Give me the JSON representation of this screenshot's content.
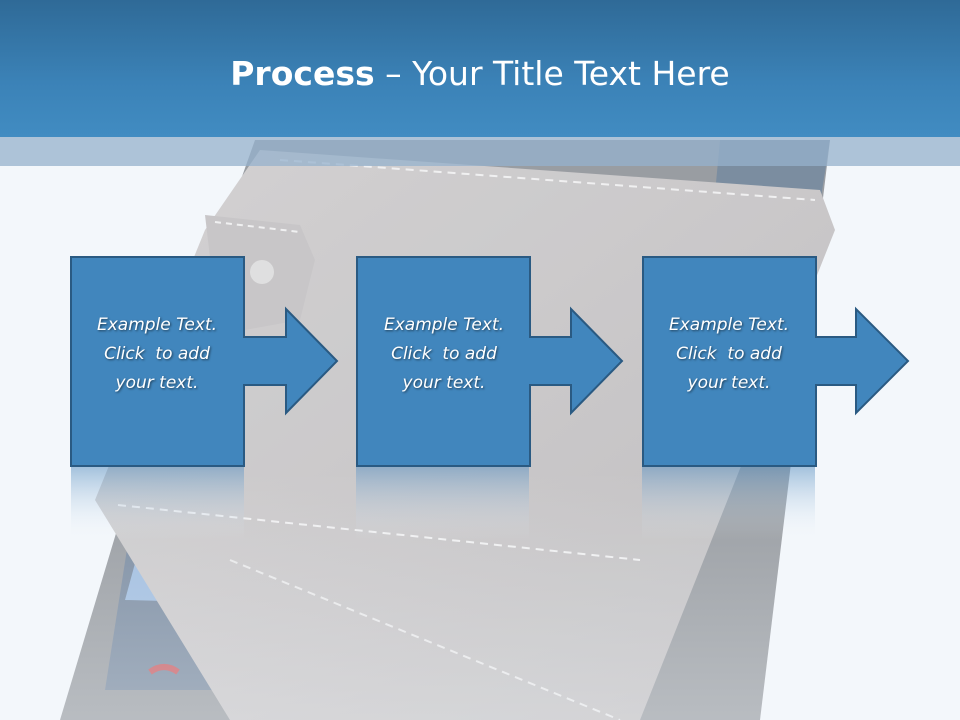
{
  "slide": {
    "title_bold": "Process",
    "title_rest": " – Your Title Text Here"
  },
  "steps": [
    {
      "line1": "Example Text.",
      "line2": "Click  to add",
      "line3": "your text."
    },
    {
      "line1": "Example Text.",
      "line2": "Click  to add",
      "line3": "your text."
    },
    {
      "line1": "Example Text.",
      "line2": "Click  to add",
      "line3": "your text."
    }
  ],
  "colors": {
    "header": "#3b82b7",
    "step_fill": "#4186bd",
    "step_border": "#2a5a82"
  },
  "icons": [
    "wallet-image",
    "phone-image",
    "arrow-right-icon"
  ]
}
